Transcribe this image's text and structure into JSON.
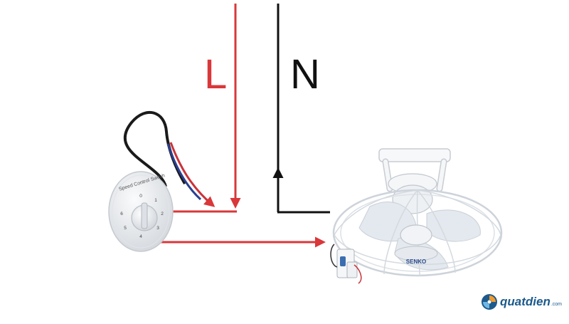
{
  "labels": {
    "live": "L",
    "neutral": "N"
  },
  "speed_control": {
    "title": "Speed Control Switch",
    "dial_numbers": [
      "0",
      "1",
      "2",
      "3",
      "4",
      "5",
      "6"
    ]
  },
  "fan": {
    "brand": "SENKO"
  },
  "logo": {
    "text": "quatdien",
    "suffix": ".com"
  },
  "colors": {
    "live_wire": "#d9373a",
    "neutral_wire": "#111111",
    "switch_body": "#e9ecef",
    "fan_body": "#f4f6f8",
    "fan_blade": "#e7ecf2",
    "logo_blue": "#1c5a8c",
    "logo_orange": "#f29a2e"
  }
}
